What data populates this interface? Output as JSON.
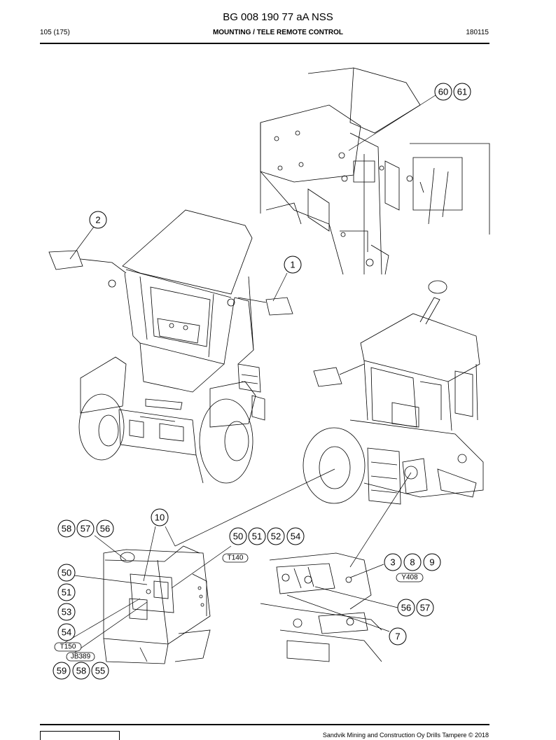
{
  "header": {
    "doc_title": "BG 008 190 77 aA NSS",
    "page": "105 (175)",
    "section": "MOUNTING / TELE REMOTE CONTROL",
    "date": "180115"
  },
  "footer": {
    "copyright": "Sandvik Mining and Construction Oy Drills Tampere © 2018",
    "logo": "sandvik-logo"
  },
  "callouts": {
    "c60": "60",
    "c61": "61",
    "c2": "2",
    "c1": "1",
    "c10": "10",
    "c58a": "58",
    "c57a": "57",
    "c56a": "56",
    "c50a": "50",
    "c51a": "51",
    "c52": "52",
    "c54a": "54",
    "c3": "3",
    "c8": "8",
    "c9": "9",
    "c50b": "50",
    "c51b": "51",
    "c53": "53",
    "c54b": "54",
    "c56b": "56",
    "c57b": "57",
    "c7": "7",
    "c59": "59",
    "c58b": "58",
    "c55": "55"
  },
  "tags": {
    "t140": "T140",
    "y408": "Y408",
    "t150": "T150",
    "jb389": "JB389"
  }
}
